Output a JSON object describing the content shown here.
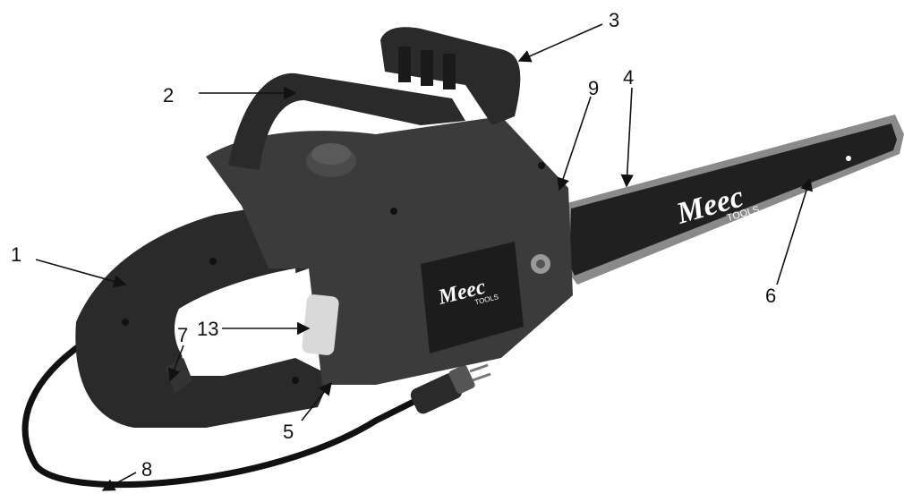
{
  "brand": {
    "logo_text": "Meec",
    "logo_sub": "TOOLS"
  },
  "callouts": [
    {
      "id": "1",
      "label": "1"
    },
    {
      "id": "2",
      "label": "2"
    },
    {
      "id": "3",
      "label": "3"
    },
    {
      "id": "4",
      "label": "4"
    },
    {
      "id": "5",
      "label": "5"
    },
    {
      "id": "6",
      "label": "6"
    },
    {
      "id": "7",
      "label": "7"
    },
    {
      "id": "8",
      "label": "8"
    },
    {
      "id": "9",
      "label": "9"
    },
    {
      "id": "13",
      "label": "13"
    }
  ]
}
